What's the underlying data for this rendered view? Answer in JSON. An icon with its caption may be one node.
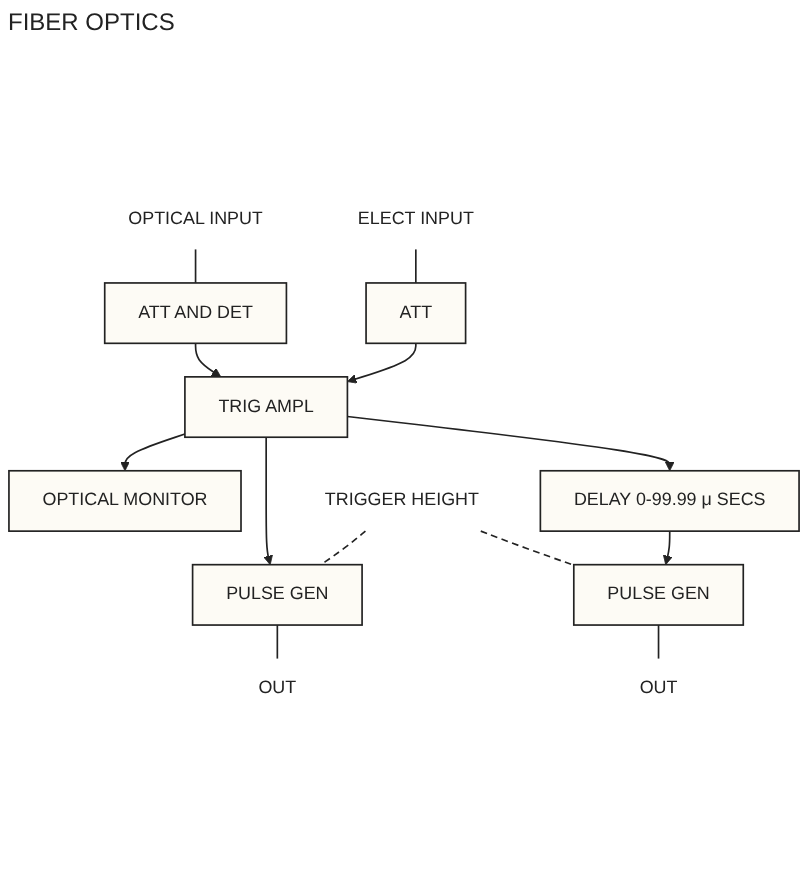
{
  "diagram": {
    "nodes": [
      {
        "text": [
          "OPTICAL INPUT"
        ]
      },
      {
        "text": [
          "ATT AND DET"
        ]
      },
      {
        "text": [
          "OPTICAL MONITOR"
        ]
      },
      {
        "text": [
          "ELECT INPUT"
        ]
      },
      {
        "text": [
          "ATT"
        ]
      },
      {
        "text": [
          "TRIG AMPL"
        ]
      },
      {
        "text": [
          "TRIGGER HEIGHT"
        ]
      },
      {
        "text": [
          "PULSE GEN"
        ]
      },
      {
        "text": [
          "OUT"
        ]
      },
      {
        "text": [
          "DELAY 0-99.99 μ SECS"
        ]
      },
      {
        "text": [
          "PULSE GEN"
        ]
      },
      {
        "text": [
          "OUT"
        ]
      }
    ],
    "edges": [
      {
        "from": 0,
        "to": 1,
        "arrow": "none"
      },
      {
        "from": 1,
        "to": 5,
        "arrow": "to"
      },
      {
        "from": 5,
        "to": 2,
        "arrow": "to"
      },
      {
        "from": 3,
        "to": 4,
        "arrow": "none"
      },
      {
        "from": 4,
        "to": 5,
        "arrow": "to"
      },
      {
        "from": 5,
        "to": 7,
        "arrow": "to"
      },
      {
        "from": 5,
        "to": 9,
        "arrow": "to"
      },
      {
        "from": 6,
        "to": 7,
        "arrow": "none",
        "style": "dashed"
      },
      {
        "from": 6,
        "to": 10,
        "arrow": "none",
        "style": "dashed"
      },
      {
        "from": 7,
        "to": 8,
        "arrow": "none"
      },
      {
        "from": 9,
        "to": 10,
        "arrow": "to"
      },
      {
        "from": 10,
        "to": 11,
        "arrow": "none"
      }
    ],
    "labels": [
      "FIBER OPTICS"
    ]
  }
}
